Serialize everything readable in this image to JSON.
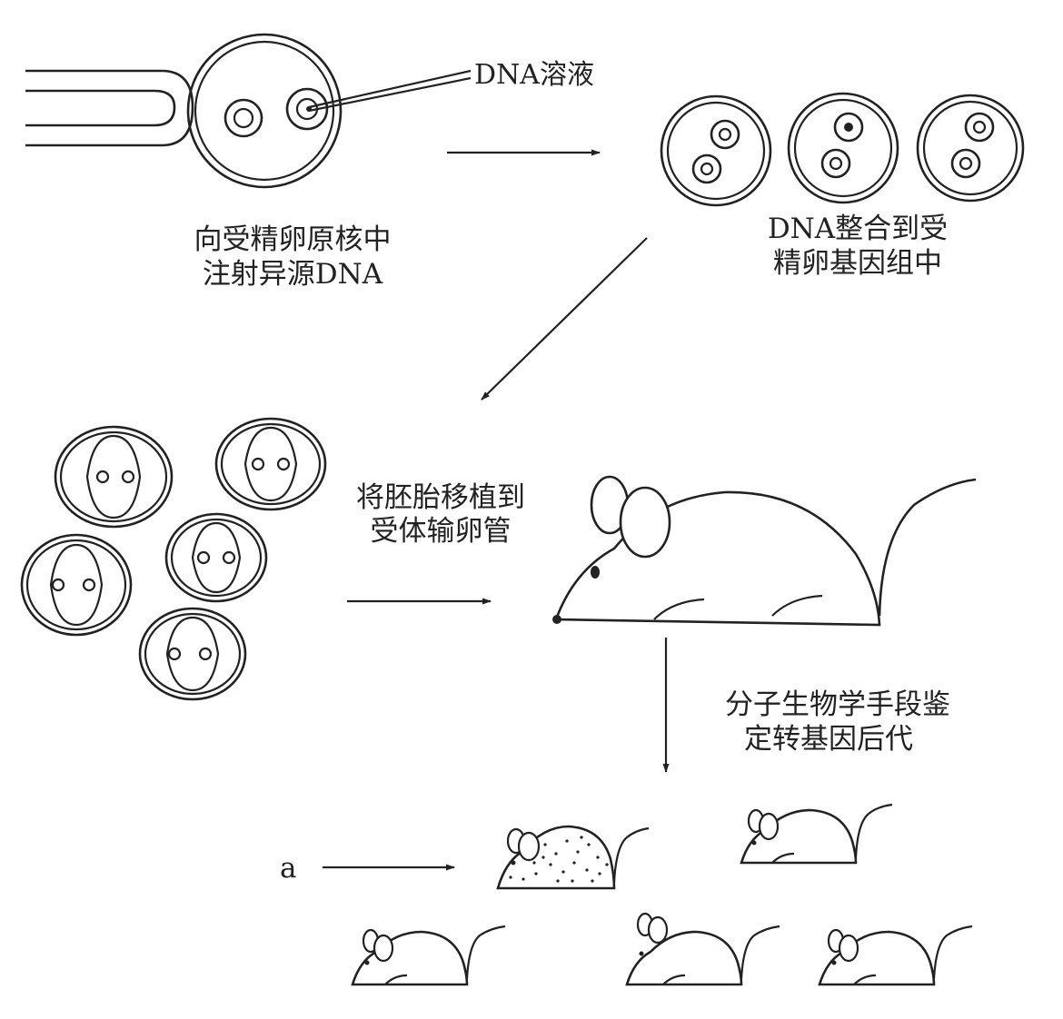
{
  "labels": {
    "dna_solution": "DNA溶液",
    "inject_line1": "向受精卵原核中",
    "inject_line2": "注射异源DNA",
    "integrate_line1": "DNA整合到受",
    "integrate_line2": "精卵基因组中",
    "transplant_line1": "将胚胎移植到",
    "transplant_line2": "受体输卵管",
    "identify_line1": "分子生物学手段鉴",
    "identify_line2": "定转基因后代",
    "marker_a": "a"
  },
  "icons": {
    "pipette": "micropipette-icon",
    "fertilized_egg": "fertilized-egg-icon",
    "embryo": "two-cell-embryo-icon",
    "mouse": "mouse-icon"
  }
}
